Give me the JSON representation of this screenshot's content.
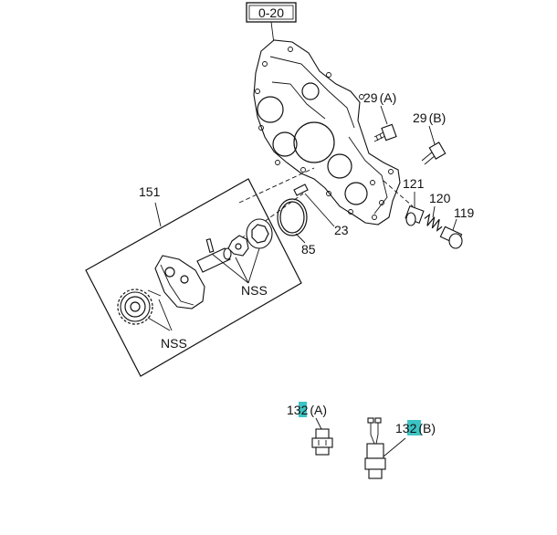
{
  "diagram": {
    "ref_box": "0-20",
    "labels": {
      "p29a": "29",
      "p29a_suffix": "(A)",
      "p29b": "29",
      "p29b_suffix": "(B)",
      "p151": "151",
      "p121": "121",
      "p120": "120",
      "p119": "119",
      "p23": "23",
      "p85": "85",
      "nss_pump": "NSS",
      "nss_gear": "NSS",
      "p132a_pre": "13",
      "p132a_hl": "2",
      "p132a_suffix": "(A)",
      "p132b_pre": "13",
      "p132b_hl": "2",
      "p132b_suffix": "(B)"
    },
    "highlight_color": "#3cc4c4"
  }
}
